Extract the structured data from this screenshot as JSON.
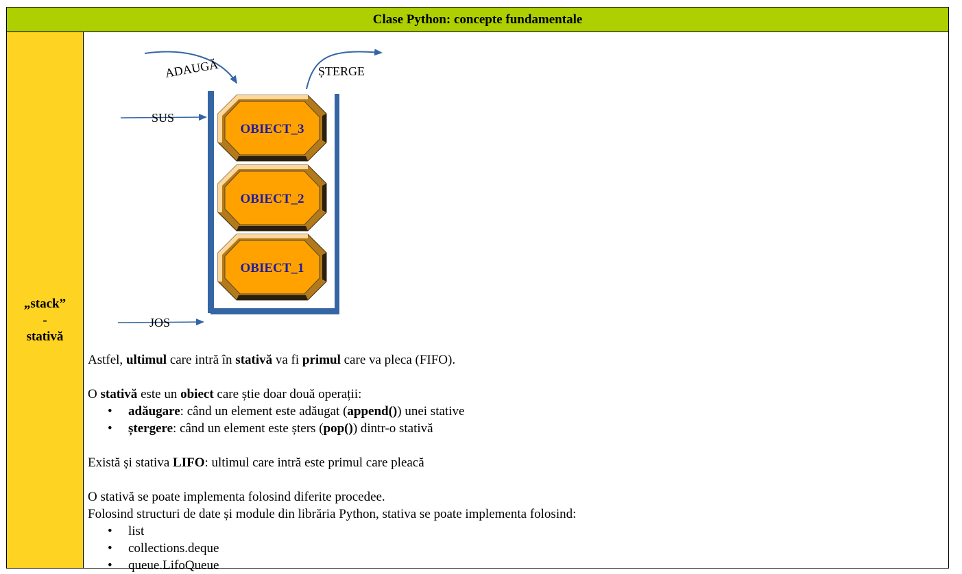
{
  "header": {
    "title": "Clase Python: concepte fundamentale"
  },
  "colors": {
    "header_bg": "#aed000",
    "left_bg": "#ffd321",
    "stack_wall": "#3465a4",
    "arrow": "#3465a4",
    "object_fill": "#ffa200",
    "object_text": "#1f1aa0"
  },
  "left": {
    "line1": "„stack”",
    "line2": "-",
    "line3": "stativă"
  },
  "diagram": {
    "add_label": "ADAUGĂ",
    "delete_label": "ȘTERGE",
    "top_label": "SUS",
    "bottom_label": "JOS",
    "objects": [
      "OBIECT_3",
      "OBIECT_2",
      "OBIECT_1"
    ]
  },
  "text": {
    "p1": {
      "a": "Astfel, ",
      "b": "ultimul",
      "c": " care intră în ",
      "d": "stativă",
      "e": " va fi ",
      "f": "primul",
      "g": " care va pleca (FIFO)."
    },
    "p2": {
      "a": "O ",
      "b": "stativă",
      "c": " este un ",
      "d": "obiect",
      "e": " care știe doar două operații:"
    },
    "ops": [
      {
        "name": "adăugare",
        "mid": ": când un element este adăugat (",
        "fn": "append()",
        "end": ") unei stative"
      },
      {
        "name": "ștergere",
        "mid": ": când un element este șters (",
        "fn": "pop()",
        "end": ") dintr-o stativă"
      }
    ],
    "p3": {
      "a": "Există și stativa ",
      "b": "LIFO",
      "c": ": ultimul care intră este primul care pleacă"
    },
    "p4": "O stativă se poate implementa folosind diferite procedee.",
    "p5": "Folosind structuri de date și module din librăria Python, stativa se poate implementa folosind:",
    "impl": [
      "list",
      "collections.deque",
      "queue.LifoQueue"
    ]
  }
}
